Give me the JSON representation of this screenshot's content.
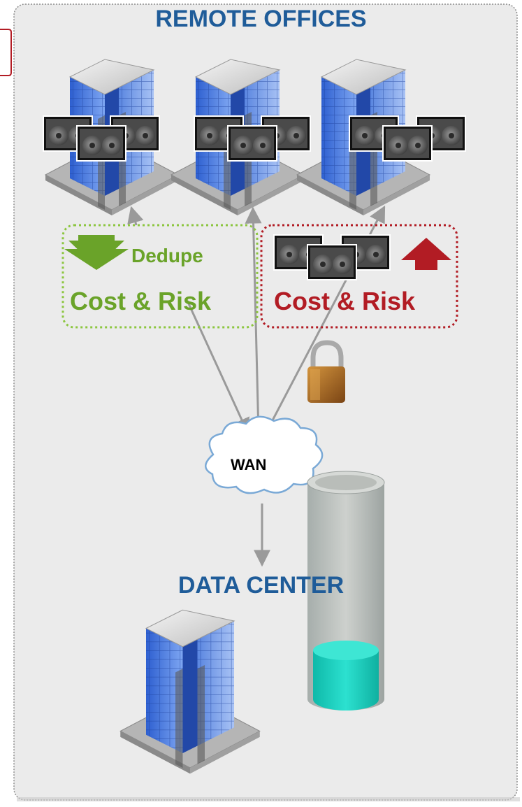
{
  "labels": {
    "remote_offices": "REMOTE OFFICES",
    "data_center": "DATA CENTER",
    "dedupe": "Dedupe",
    "cost_risk_dedupe": "Cost & Risk",
    "cost_risk_tape": "Cost & Risk",
    "wan": "WAN"
  },
  "colors": {
    "title": "#1f5c99",
    "dedupe_green": "#6aa329",
    "risk_red": "#b21c24",
    "panel": "#ebebeb"
  },
  "indicators": {
    "dedupe": "arrow-down-icon",
    "tape": "arrow-up-icon"
  },
  "icons": [
    "office-building-icon",
    "tape-cartridge-icon",
    "padlock-icon",
    "wan-cloud-icon",
    "storage-cylinder-icon"
  ]
}
